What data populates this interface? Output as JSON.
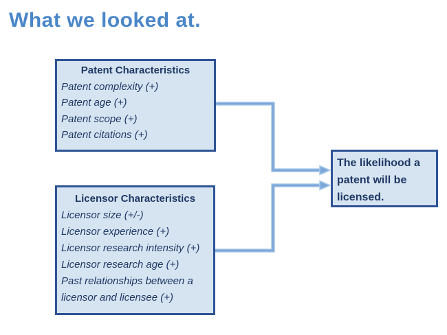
{
  "title": "What we looked at.",
  "colors": {
    "title_color": "#4a86c8",
    "box_fill": "#d6e4f2",
    "box_border": "#2e5395",
    "box_text": "#1f3864",
    "connector": "#7da7d9",
    "connector_halo": "#aacbea"
  },
  "boxes": {
    "patent": {
      "heading": "Patent Characteristics",
      "items": [
        "Patent complexity (+)",
        "Patent age (+)",
        "Patent scope (+)",
        "Patent citations (+)"
      ]
    },
    "licensor": {
      "heading": "Licensor Characteristics",
      "items": [
        "Licensor size (+/-)",
        "Licensor experience (+)",
        "Licensor research intensity (+)",
        "Licensor research age (+)",
        "Past relationships between a licensor and licensee (+)"
      ]
    },
    "outcome": {
      "text": "The likelihood a patent will be licensed."
    }
  }
}
